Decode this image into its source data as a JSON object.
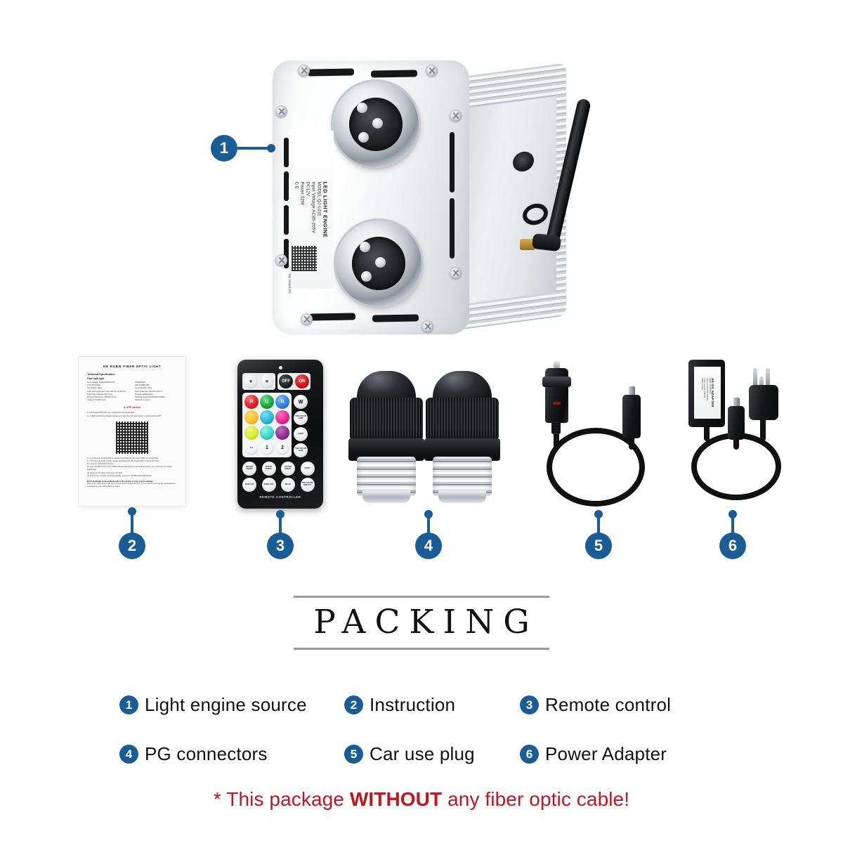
{
  "title": "PACKING",
  "accent_blue": "#1a5d96",
  "note_red": "#c3141f",
  "engine": {
    "label_title": "LED LIGHT ENGINE",
    "model": "MODEL:QJ-L032",
    "voltage": "Input Voltage:AC85-265V",
    "dc": "DC12V",
    "power": "Power:32W",
    "marks": "CE",
    "qr_caption": "My smartLED"
  },
  "instruction": {
    "title": "6W RGBW FIBER OPTIC LIGHT",
    "spec_heading": "Technical Specification",
    "sub_heading": "Fiber optic light",
    "col_left": [
      "Input voltage: AC85-265V/DC12V",
      "COLOR:RGBW",
      "Net Weight: 284g",
      "Light source:Member ones LED 16 set fixtures",
      "Light body material: Aluminum",
      "Remote Dimension: L85x60x27mm",
      "Lifetime: 50,000 hours"
    ],
    "col_right": [
      "POWER:6W",
      "LED:RGBW LED",
      "Gross Weight: 320g",
      "Fiber head inner diameter 20mm",
      "Remote: IR/Bluetooth",
      "Package Size:L160*81*201/403008",
      "Warranty: 2 years"
    ],
    "app_heading_num": "1.",
    "app_heading_key": "APP",
    "app_heading_rest": "control",
    "app_steps": [
      "1.1 Download APP with your smartphone My Smart LED",
      "1.1.1 Both Android and Apple phones can scan the QR code below to download the APP"
    ],
    "steps_after_qr": [
      "1.1.2 If using an Android phone, please download the \"My smart LED\" in Google Play",
      "1.1.3 If using an Apple phone, please download the \"My smart LED\" in the Apple Store",
      "2.0 Connect a Bluetooth device",
      "(1) open the Bluetooth of the mobile phone,if the phone is an Android phone, you must turn on mobile positioning",
      "(2) power on the lamp, then open the APP",
      "(3) at this time, the app will automatically connect to the Bluetooth light fixture"
    ],
    "bold_line": "Don't manually connect Bluetooth to the device in your phone settings",
    "note": "Note: One mobile phone can connect and control multiple devices, but one device can only be connected and controlled by one mobile phone at a time."
  },
  "remote": {
    "footer": "REMOTE CONTROLLER",
    "top_row": [
      {
        "name": "brightness-up",
        "label": "☀"
      },
      {
        "name": "brightness-down",
        "label": "☀"
      },
      {
        "name": "off",
        "label": "OFF"
      },
      {
        "name": "on",
        "label": "ON"
      }
    ],
    "color_rows": [
      [
        {
          "label": "R",
          "color": "#e01b18"
        },
        {
          "label": "G",
          "color": "#13a538"
        },
        {
          "label": "B",
          "color": "#2a7fe0"
        },
        {
          "label": "W",
          "color": "#c5cbd0"
        }
      ],
      [
        {
          "label": "",
          "color": "#f2c02e"
        },
        {
          "label": "",
          "color": "#25b6d8"
        },
        {
          "label": "",
          "color": "#ec2190"
        },
        {
          "label": "TWO COLOR JUMP",
          "fn": true
        }
      ],
      [
        {
          "label": "",
          "color": "#d8ea2a"
        },
        {
          "label": "",
          "color": "#2fd7c4"
        },
        {
          "label": "",
          "color": "#8e2a8e"
        },
        {
          "label": "JUMP7",
          "fn": true
        }
      ],
      [
        {
          "label": "ALL",
          "plain": true
        },
        {
          "label": "1",
          "plain": true
        },
        {
          "label": "2",
          "plain": true
        },
        {
          "label": "TWO COLOR FADE",
          "fn": true
        }
      ]
    ],
    "fn_rows": [
      [
        "MOTOR ON/OFF",
        "MOTOR SPEED+",
        "MOTOR SPEED-",
        "FADE7"
      ],
      [
        "MUSIC ON",
        "MUSIC OFF",
        "READY",
        "TWO COLOR BREATH"
      ]
    ]
  },
  "adapter": {
    "label_title": "AC-DC ADAPTER",
    "label_lines": [
      "Model: QJ-1202000",
      "Input: AC100-240V 50/60Hz",
      "Output: DC12V 2000mA",
      "Made in China"
    ]
  },
  "callouts": [
    {
      "num": "1"
    },
    {
      "num": "2"
    },
    {
      "num": "3"
    },
    {
      "num": "4"
    },
    {
      "num": "5"
    },
    {
      "num": "6"
    }
  ],
  "legend": {
    "row1": [
      {
        "num": "1",
        "label": "Light engine source"
      },
      {
        "num": "2",
        "label": "Instruction"
      },
      {
        "num": "3",
        "label": "Remote control"
      }
    ],
    "row2": [
      {
        "num": "4",
        "label": "PG connectors"
      },
      {
        "num": "5",
        "label": "Car use plug"
      },
      {
        "num": "6",
        "label": "Power Adapter"
      }
    ]
  },
  "note": {
    "prefix": "* This package ",
    "bold": "WITHOUT",
    "suffix": " any fiber optic cable!"
  }
}
